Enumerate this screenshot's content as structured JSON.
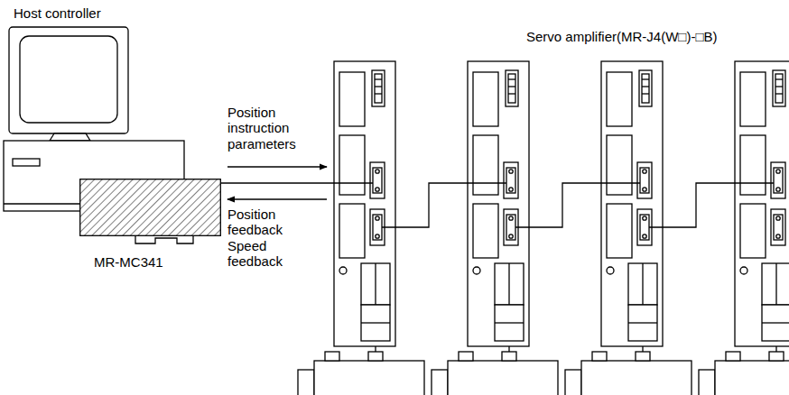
{
  "diagram": {
    "nodes": [
      {
        "text": [
          "Host controller"
        ]
      },
      {
        "text": [
          "MR-MC341"
        ],
        "in": 0
      }
    ],
    "labels": [
      "Servo amplifier(MR-J4(W□)-□B)",
      "Position instruction parameters",
      "Position feedback Speed feedback"
    ]
  }
}
